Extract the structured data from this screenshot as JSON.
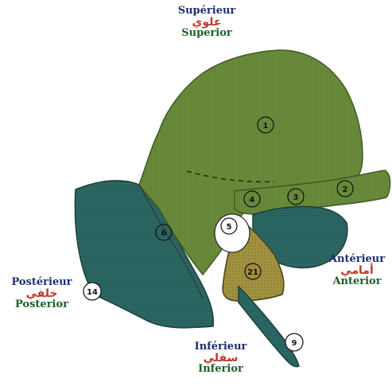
{
  "directions": {
    "superior": {
      "fr": "Supérieur",
      "ar": "علوي",
      "en": "Superior"
    },
    "anterior": {
      "fr": "Antérieur",
      "ar": "أمامي",
      "en": "Anterior"
    },
    "posterior": {
      "fr": "Postérieur",
      "ar": "خلفي",
      "en": "Posterior"
    },
    "inferior": {
      "fr": "Inférieur",
      "ar": "سفلي",
      "en": "Inferior"
    }
  },
  "markers": [
    "1",
    "2",
    "3",
    "4",
    "5",
    "6",
    "9",
    "14",
    "21"
  ],
  "colors": {
    "french_text": "#1f2f6e",
    "arabic_text": "#c0392b",
    "english_text": "#1f5d2a",
    "squama_green": "#6d8f3d",
    "tympanic_teal": "#2f6f6a",
    "petrous_tan": "#9c8a3a"
  }
}
